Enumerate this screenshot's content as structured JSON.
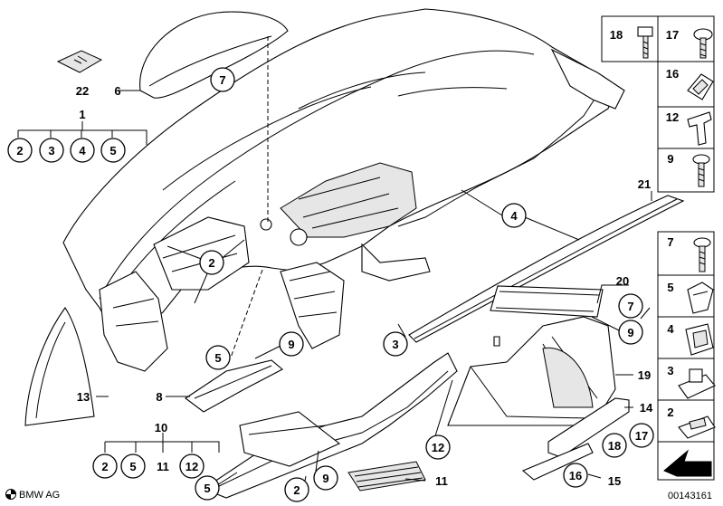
{
  "diagram": {
    "brand_label": "BMW AG",
    "drawing_number": "00143161",
    "callouts": [
      {
        "id": "c-22",
        "label": "22"
      },
      {
        "id": "c-6",
        "label": "6"
      },
      {
        "id": "c-7-top",
        "label": "7"
      },
      {
        "id": "c-1",
        "label": "1"
      },
      {
        "id": "c-1-2",
        "label": "2"
      },
      {
        "id": "c-1-3",
        "label": "3"
      },
      {
        "id": "c-1-4",
        "label": "4"
      },
      {
        "id": "c-1-5",
        "label": "5"
      },
      {
        "id": "c-2-mid",
        "label": "2"
      },
      {
        "id": "c-4-mid",
        "label": "4"
      },
      {
        "id": "c-21",
        "label": "21"
      },
      {
        "id": "c-20",
        "label": "20"
      },
      {
        "id": "c-7-right",
        "label": "7"
      },
      {
        "id": "c-9-right",
        "label": "9"
      },
      {
        "id": "c-3-mid",
        "label": "3"
      },
      {
        "id": "c-9-mid",
        "label": "9"
      },
      {
        "id": "c-5-mid",
        "label": "5"
      },
      {
        "id": "c-8",
        "label": "8"
      },
      {
        "id": "c-13",
        "label": "13"
      },
      {
        "id": "c-10",
        "label": "10"
      },
      {
        "id": "c-10-2",
        "label": "2"
      },
      {
        "id": "c-10-5",
        "label": "5"
      },
      {
        "id": "c-10-11",
        "label": "11"
      },
      {
        "id": "c-10-12",
        "label": "12"
      },
      {
        "id": "c-5-bottom",
        "label": "5"
      },
      {
        "id": "c-2-bottom",
        "label": "2"
      },
      {
        "id": "c-9-bottom",
        "label": "9"
      },
      {
        "id": "c-11",
        "label": "11"
      },
      {
        "id": "c-12-mid",
        "label": "12"
      },
      {
        "id": "c-19",
        "label": "19"
      },
      {
        "id": "c-14",
        "label": "14"
      },
      {
        "id": "c-17-mid",
        "label": "17"
      },
      {
        "id": "c-18-mid",
        "label": "18"
      },
      {
        "id": "c-16-mid",
        "label": "16"
      },
      {
        "id": "c-15",
        "label": "15"
      }
    ],
    "legend_parts": [
      {
        "label": "18",
        "icon": "bolt-icon"
      },
      {
        "label": "17",
        "icon": "screw-icon"
      },
      {
        "label": "16",
        "icon": "clip-nut-icon"
      },
      {
        "label": "12",
        "icon": "expansion-rivet-icon"
      },
      {
        "label": "9",
        "icon": "screw-icon"
      },
      {
        "label": "7",
        "icon": "screw-icon"
      },
      {
        "label": "5",
        "icon": "clip-icon"
      },
      {
        "label": "4",
        "icon": "cage-nut-icon"
      },
      {
        "label": "3",
        "icon": "speed-nut-icon"
      },
      {
        "label": "2",
        "icon": "clip-plate-icon"
      }
    ]
  }
}
